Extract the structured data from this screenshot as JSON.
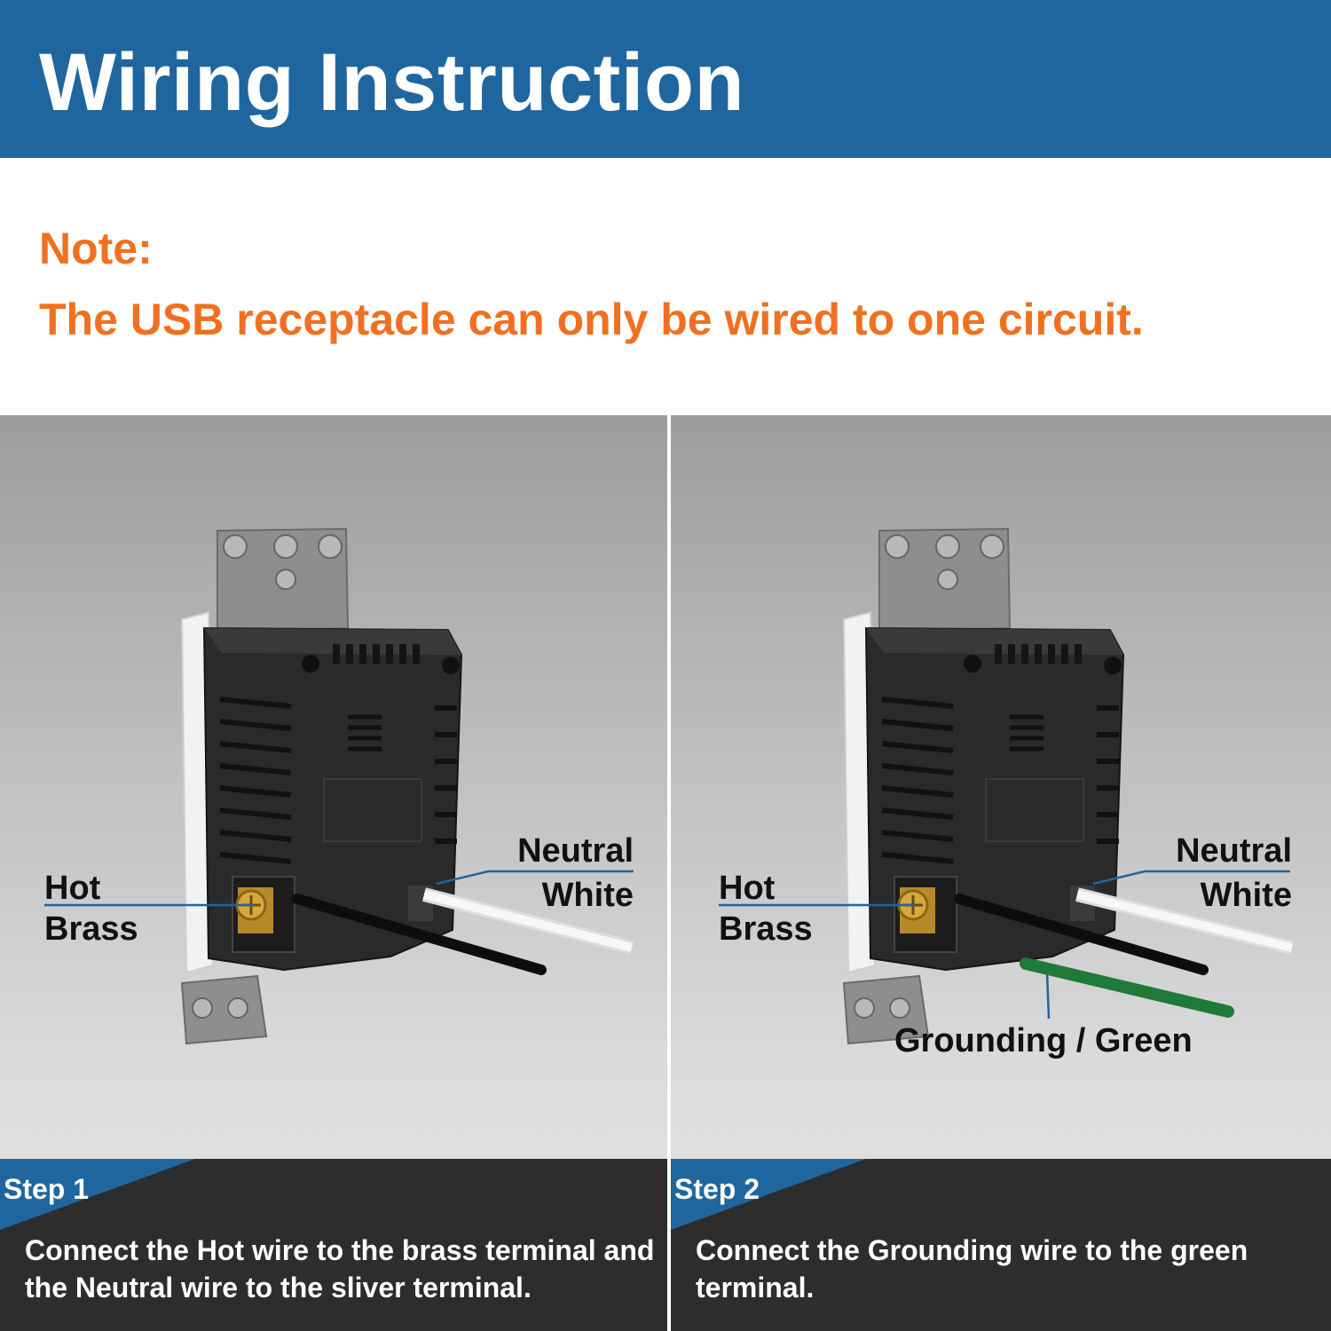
{
  "header": {
    "title": "Wiring Instruction"
  },
  "note": {
    "label": "Note:",
    "text": "The USB receptacle can only be wired to one circuit."
  },
  "panels": [
    {
      "labels": {
        "hot_line1": "Hot",
        "hot_line2": "Brass",
        "neutral_line1": "Neutral",
        "neutral_line2": "White"
      },
      "step": {
        "label": "Step 1",
        "text": "Connect the Hot wire to the brass terminal and the Neutral wire to the sliver terminal."
      }
    },
    {
      "labels": {
        "hot_line1": "Hot",
        "hot_line2": "Brass",
        "neutral_line1": "Neutral",
        "neutral_line2": "White",
        "ground": "Grounding / Green"
      },
      "step": {
        "label": "Step 2",
        "text": "Connect the Grounding wire to the green terminal."
      }
    }
  ],
  "colors": {
    "header_bg": "#1f669e",
    "note_text": "#f07020",
    "step_bar_bg": "#2d2d2d",
    "step_tab": "#1f669e",
    "leader_line": "#1f669e"
  }
}
